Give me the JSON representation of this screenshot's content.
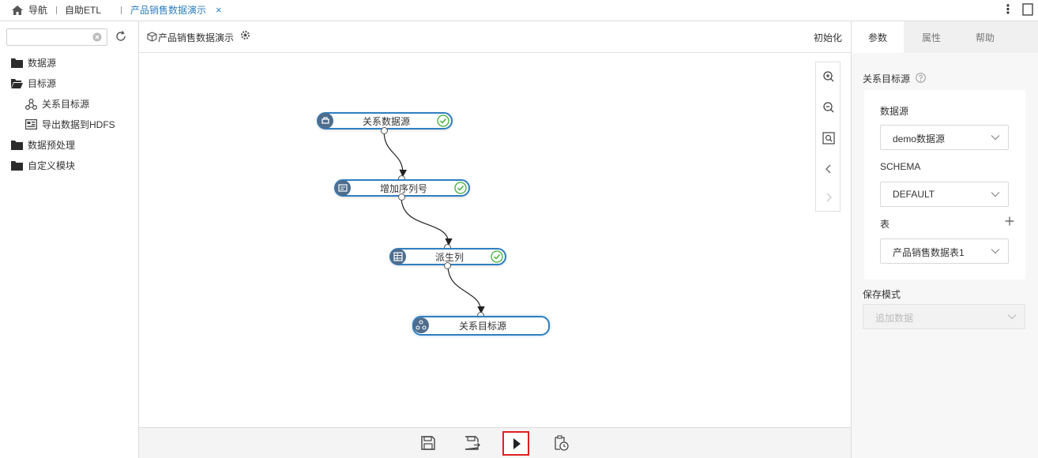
{
  "topbar": {
    "nav_label": "导航",
    "etl_label": "自助ETL",
    "active_tab_label": "产品销售数据演示",
    "close_glyph": "×",
    "more_glyph": "⋮",
    "icons": {
      "home": "home-icon",
      "more": "more-vertical-icon",
      "window": "window-icon"
    }
  },
  "left_panel": {
    "search": {
      "value": "",
      "placeholder": ""
    },
    "tree": [
      {
        "label": "数据源",
        "icon": "folder-icon"
      },
      {
        "label": "目标源",
        "icon": "folder-open-icon"
      },
      {
        "label": "关系目标源",
        "icon": "relation-target-icon"
      },
      {
        "label": "导出数据到HDFS",
        "icon": "hdfs-export-icon"
      },
      {
        "label": "数据预处理",
        "icon": "folder-icon"
      },
      {
        "label": "自定义模块",
        "icon": "folder-icon"
      }
    ]
  },
  "canvas": {
    "title": "产品销售数据演示",
    "init_label": "初始化",
    "nodes": [
      {
        "label": "关系数据源",
        "status": "ok"
      },
      {
        "label": "增加序列号",
        "status": "ok"
      },
      {
        "label": "派生列",
        "status": "ok"
      },
      {
        "label": "关系目标源",
        "status": "selected"
      }
    ],
    "zoom_tools": [
      "zoom-in-icon",
      "zoom-out-icon",
      "fit-view-icon",
      "chevron-left-icon",
      "chevron-right-icon"
    ]
  },
  "bottom_toolbar": {
    "buttons": [
      "save-icon",
      "save-as-icon",
      "run-icon",
      "schedule-icon"
    ],
    "highlight_color": "#e02020"
  },
  "right_panel": {
    "collapse_glyph": "»",
    "tabs": [
      {
        "label": "参数",
        "active": true
      },
      {
        "label": "属性",
        "active": false
      },
      {
        "label": "帮助",
        "active": false
      }
    ],
    "section_title": "关系目标源",
    "datasource_label": "数据源",
    "datasource_value": "demo数据源",
    "schema_label": "SCHEMA",
    "schema_value": "DEFAULT",
    "table_label": "表",
    "table_value": "产品销售数据表1",
    "save_mode_label": "保存模式",
    "save_mode_value": "追加数据"
  },
  "colors": {
    "accent": "#2f7fc1",
    "ok": "#3cb034",
    "node_icon": "#4f6d8c"
  }
}
